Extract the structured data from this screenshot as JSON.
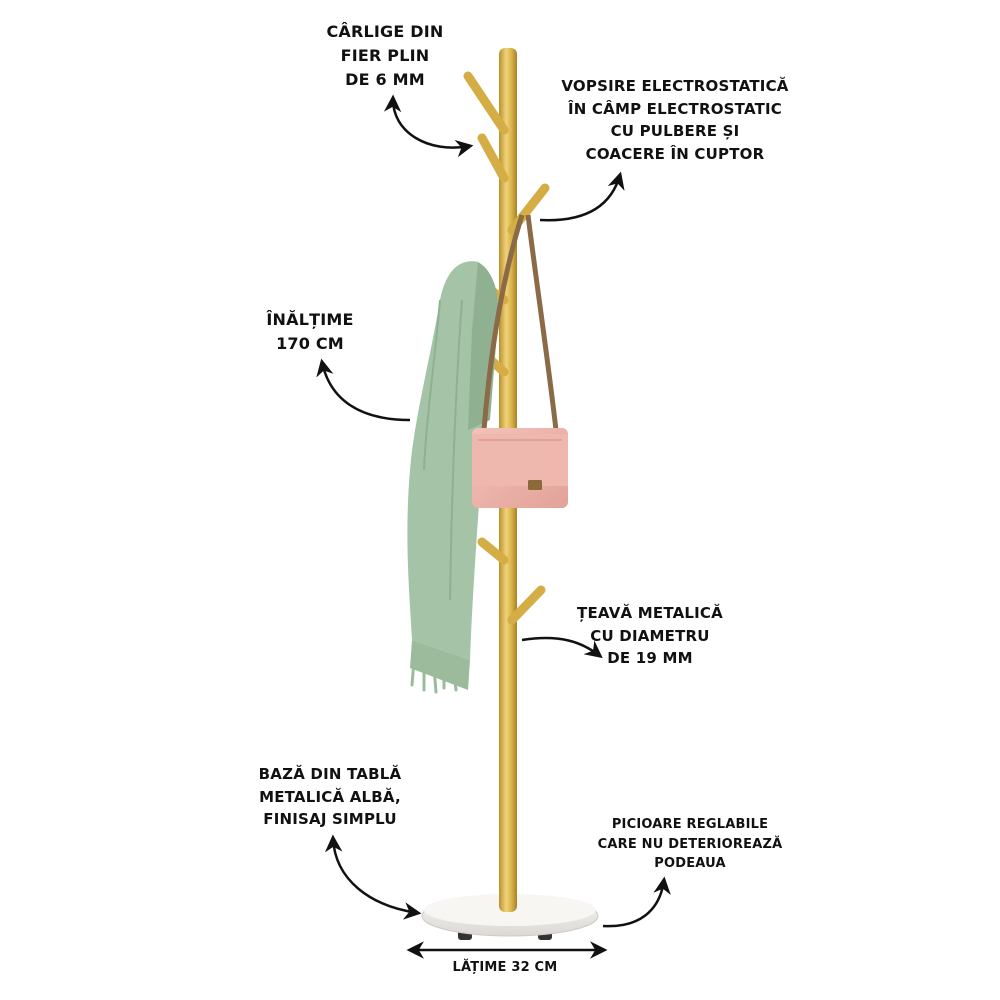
{
  "colors": {
    "gold": "#d8b349",
    "scarf": "#a5c3a6",
    "bag": "#eab0a8",
    "strap": "#8b6a48",
    "base": "#efedea",
    "text": "#111111"
  },
  "labels": {
    "hooks": [
      "CÂRLIGE DIN",
      "FIER PLIN",
      "DE 6 MM"
    ],
    "paint": [
      "VOPSIRE ELECTROSTATICĂ",
      "ÎN CÂMP ELECTROSTATIC",
      "CU PULBERE ȘI",
      "COACERE ÎN CUPTOR"
    ],
    "height": [
      "ÎNĂLȚIME",
      "170 CM"
    ],
    "tube": [
      "ȚEAVĂ METALICĂ",
      "CU DIAMETRU",
      "DE 19 MM"
    ],
    "base": [
      "BAZĂ DIN TABLĂ",
      "METALICĂ ALBĂ,",
      "FINISAJ SIMPLU"
    ],
    "feet": [
      "PICIOARE REGLABILE",
      "CARE NU DETERIOREAZĂ",
      "PODEAUA"
    ],
    "width": "LĂȚIME 32 CM"
  }
}
